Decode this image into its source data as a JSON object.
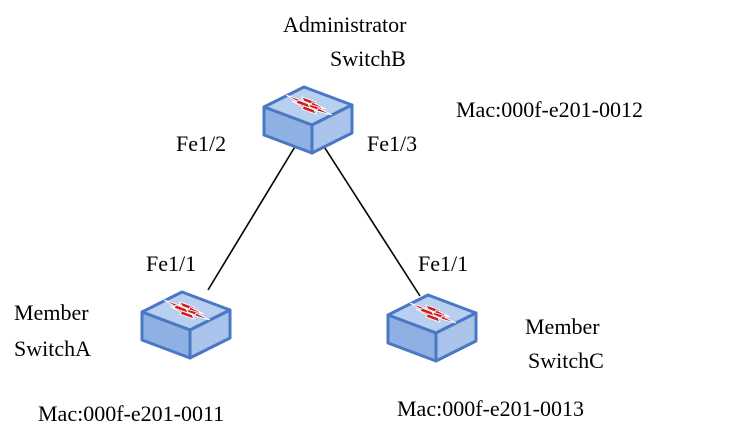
{
  "nodes": {
    "switch_b": {
      "role": "Administrator",
      "name": "SwitchB",
      "mac": "Mac:000f-e201-0012",
      "port_left": "Fe1/2",
      "port_right": "Fe1/3"
    },
    "switch_a": {
      "role": "Member",
      "name": "SwitchA",
      "mac": "Mac:000f-e201-0011",
      "port": "Fe1/1"
    },
    "switch_c": {
      "role": "Member",
      "name": "SwitchC",
      "mac": "Mac:000f-e201-0013",
      "port": "Fe1/1"
    }
  },
  "links": [
    {
      "from": "SwitchB",
      "from_port": "Fe1/2",
      "to": "SwitchA",
      "to_port": "Fe1/1"
    },
    {
      "from": "SwitchB",
      "from_port": "Fe1/3",
      "to": "SwitchC",
      "to_port": "Fe1/1"
    }
  ],
  "colors": {
    "switch_top": "#b9cff0",
    "switch_side_left": "#8fb0e2",
    "switch_side_right": "#a9c3ea",
    "switch_outline": "#4a78c4",
    "arrow": "#cc1f1f",
    "link": "#000000"
  },
  "icons": [
    "switch-icon"
  ]
}
